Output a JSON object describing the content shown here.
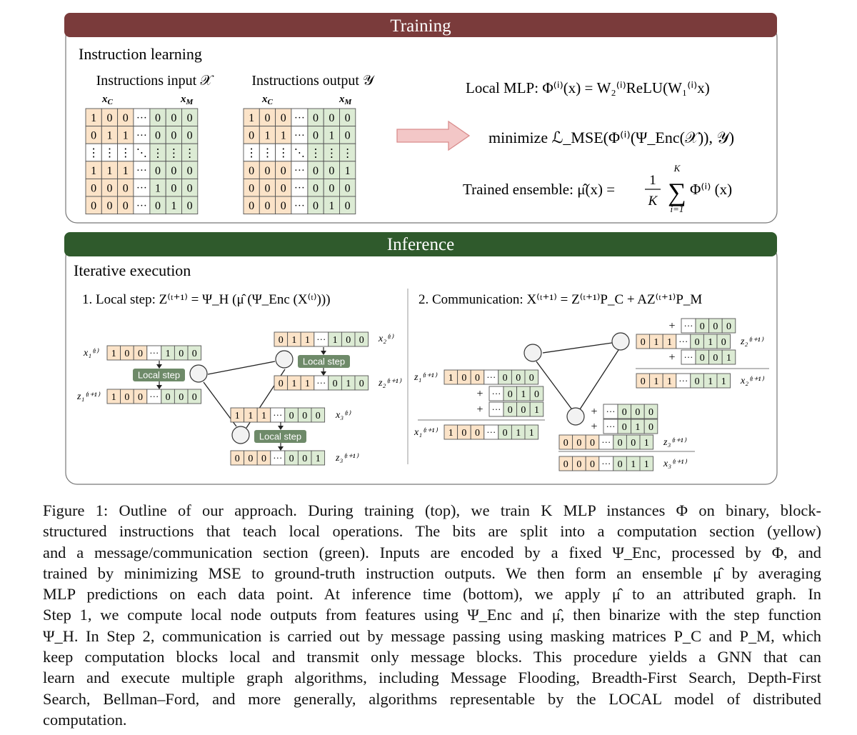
{
  "training": {
    "banner": "Training",
    "section_title": "Instruction learning",
    "input_title": "Instructions input 𝒳",
    "output_title": "Instructions output 𝒴",
    "col_c": "x",
    "col_c_sub": "C",
    "col_m": "x",
    "col_m_sub": "M",
    "input_rows": [
      [
        "1",
        "0",
        "0",
        "0",
        "0",
        "0"
      ],
      [
        "0",
        "1",
        "1",
        "0",
        "0",
        "0"
      ],
      [
        "⋮",
        "⋮",
        "⋮",
        "⋮",
        "⋮",
        "⋮"
      ],
      [
        "1",
        "1",
        "1",
        "0",
        "0",
        "0"
      ],
      [
        "0",
        "0",
        "0",
        "1",
        "0",
        "0"
      ],
      [
        "0",
        "0",
        "0",
        "0",
        "1",
        "0"
      ]
    ],
    "output_rows": [
      [
        "1",
        "0",
        "0",
        "0",
        "0",
        "0"
      ],
      [
        "0",
        "1",
        "1",
        "0",
        "1",
        "0"
      ],
      [
        "⋮",
        "⋮",
        "⋮",
        "⋮",
        "⋮",
        "⋮"
      ],
      [
        "0",
        "0",
        "0",
        "0",
        "0",
        "1"
      ],
      [
        "0",
        "0",
        "0",
        "0",
        "0",
        "0"
      ],
      [
        "0",
        "0",
        "0",
        "0",
        "1",
        "0"
      ]
    ],
    "ellipsis": "···",
    "vdots": "⋮",
    "ddots": "⋱",
    "eq_local_mlp": "Local MLP: Φ⁽ⁱ⁾(x) = W₂⁽ⁱ⁾ReLU(W₁⁽ⁱ⁾x)",
    "eq_minimize": "minimize ℒ_MSE(Φ⁽ⁱ⁾(Ψ_Enc(𝒳)), 𝒴)",
    "eq_ensemble_lhs": "Trained ensemble: μ̂(x) =",
    "eq_ensemble_frac_num": "1",
    "eq_ensemble_frac_den": "K",
    "eq_ensemble_sum_top": "K",
    "eq_ensemble_sum_bottom": "i=1",
    "eq_ensemble_rhs": "Φ⁽ⁱ⁾ (x)"
  },
  "inference": {
    "banner": "Inference",
    "section_title": "Iterative execution",
    "step1": "1. Local step: Z⁽ᵗ⁺¹⁾ = Ψ_H (μ̂ (Ψ_Enc (X⁽ᵗ⁾)))",
    "step2": "2. Communication: X⁽ᵗ⁺¹⁾ = Z⁽ᵗ⁺¹⁾P_C + AZ⁽ᵗ⁺¹⁾P_M",
    "local_step_label": "Local step",
    "plus": "+",
    "x1t": "x₁⁽ᵗ⁾",
    "z1t1": "z₁⁽ᵗ⁺¹⁾",
    "x2t": "x₂⁽ᵗ⁾",
    "z2t1": "z₂⁽ᵗ⁺¹⁾",
    "x3t": "x₃⁽ᵗ⁾",
    "z3t1": "z₃⁽ᵗ⁺¹⁾",
    "x1t1": "x₁⁽ᵗ⁺¹⁾",
    "x2t1": "x₂⁽ᵗ⁺¹⁾",
    "x3t1": "x₃⁽ᵗ⁺¹⁾",
    "vec_x1": [
      "1",
      "0",
      "0",
      "1",
      "0",
      "0"
    ],
    "vec_z1": [
      "1",
      "0",
      "0",
      "0",
      "0",
      "0"
    ],
    "vec_x2": [
      "0",
      "1",
      "1",
      "1",
      "0",
      "0"
    ],
    "vec_z2": [
      "0",
      "1",
      "1",
      "0",
      "1",
      "0"
    ],
    "vec_x3": [
      "1",
      "1",
      "1",
      "0",
      "0",
      "0"
    ],
    "vec_z3": [
      "0",
      "0",
      "0",
      "0",
      "0",
      "1"
    ],
    "msg_a": [
      "0",
      "0",
      "0"
    ],
    "msg_b": [
      "0",
      "1",
      "0"
    ],
    "msg_c": [
      "0",
      "0",
      "1"
    ],
    "out_x1": [
      "1",
      "0",
      "0",
      "0",
      "1",
      "1"
    ],
    "out_x2": [
      "0",
      "1",
      "1",
      "0",
      "1",
      "1"
    ],
    "out_x3": [
      "0",
      "0",
      "0",
      "0",
      "1",
      "1"
    ]
  },
  "colors": {
    "training_banner": "#7a3b3b",
    "inference_banner": "#2f5a2c",
    "comp_cell": "#fbe3c8",
    "msg_cell": "#dcebd4",
    "local_step_box": "#6e8a69",
    "arrow_fill": "#f3c7c7",
    "arrow_stroke": "#d98d8d"
  },
  "caption": {
    "lines": [
      "Figure 1: Outline of our approach. During training (top), we train K MLP instances Φ on binary, block-",
      "structured instructions that teach local operations. The bits are split into a computation section (yellow)",
      "and a message/communication section (green). Inputs are encoded by a fixed Ψ_Enc, processed by Φ, and",
      "trained by minimizing MSE to ground-truth instruction outputs. We then form an ensemble μ̂ by averaging",
      "MLP predictions on each data point. At inference time (bottom), we apply μ̂ to an attributed graph. In",
      "Step 1, we compute local node outputs from features using Ψ_Enc and μ̂, then binarize with the step function",
      "Ψ_H. In Step 2, communication is carried out by message passing using masking matrices P_C and P_M, which",
      "keep computation blocks local and transmit only message blocks. This procedure yields a GNN that can",
      "learn and execute multiple graph algorithms, including Message Flooding, Breadth-First Search, Depth-First",
      "Search, Bellman–Ford, and more generally, algorithms representable by the LOCAL model of distributed",
      "computation."
    ]
  }
}
